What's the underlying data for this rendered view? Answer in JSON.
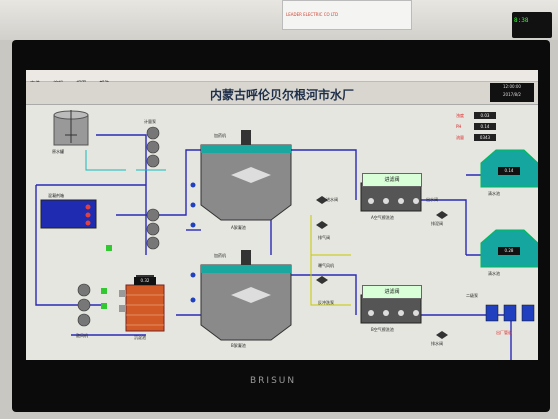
{
  "wall": {
    "sign_text": "LEADER ELECTRIC CO LTD",
    "clock_text": "8:38"
  },
  "menu": [
    "文件",
    "编辑",
    "视图",
    "帮助"
  ],
  "title": "内蒙古呼伦贝尔根河市水厂",
  "clock": {
    "time": "12:00:00",
    "date": "2017/8/2"
  },
  "labels": {
    "raw_tank": "原水罐",
    "dosing_pumps": "计量泵",
    "pac_tank": "混凝剂箱",
    "blower": "鼓风机",
    "sludge_pit": "沉淀池",
    "reactor_a": "A絮凝池",
    "reactor_b": "B絮凝池",
    "mixer_a": "加药机",
    "mixer_b": "加药机",
    "filter_a": "A空气擦洗池",
    "filter_b": "B空气擦洗池",
    "valve_a": "进水阀",
    "valve_b": "出水阀",
    "clear_water_1": "清水池",
    "clear_water_2": "清水池",
    "high_pumps": "二级泵",
    "output": "出厂管道",
    "air_valve": "排气阀",
    "backwash": "反冲洗泵",
    "sludge_valve": "排泥阀",
    "aeration": "曝气风机",
    "sludge_tank": "泥水池",
    "drain": "排水阀"
  },
  "tanks": {
    "top_box": "进滤阀",
    "bottom_box": "进滤阀"
  },
  "readouts": {
    "level_1": "0.14",
    "level_2": "0.28",
    "sludge": "0.32",
    "turbidity_label": "浊度",
    "ph_label": "PH",
    "flow_label": "流量",
    "turbidity": "0.03",
    "ph": "0.14",
    "flow": "0343"
  },
  "brand": "BRISUN"
}
